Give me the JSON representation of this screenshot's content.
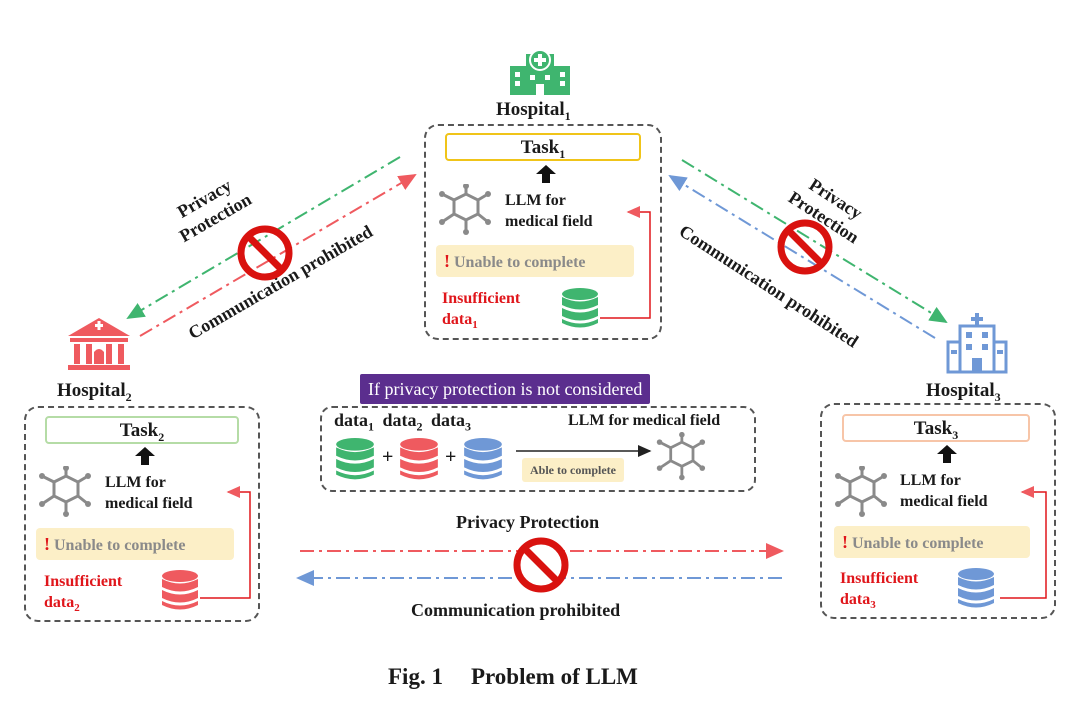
{
  "hospitals": {
    "h1": {
      "name": "Hospital",
      "sub": "1",
      "task": "Task",
      "task_sub": "1",
      "llm_line1": "LLM for",
      "llm_line2": "medical field",
      "unable": "Unable to complete",
      "insufficient": "Insufficient",
      "data": "data",
      "data_sub": "1",
      "color": "#3fb56f"
    },
    "h2": {
      "name": "Hospital",
      "sub": "2",
      "task": "Task",
      "task_sub": "2",
      "llm_line1": "LLM for",
      "llm_line2": "medical field",
      "unable": "Unable to complete",
      "insufficient": "Insufficient",
      "data": "data",
      "data_sub": "2",
      "color": "#ef5a5f"
    },
    "h3": {
      "name": "Hospital",
      "sub": "3",
      "task": "Task",
      "task_sub": "3",
      "llm_line1": "LLM for",
      "llm_line2": "medical field",
      "unable": "Unable to complete",
      "insufficient": "Insufficient",
      "data": "data",
      "data_sub": "3",
      "color": "#6f98d6"
    }
  },
  "links": {
    "left": {
      "privacy": "Privacy",
      "protection": "Protection",
      "prohibited": "Communication prohibited"
    },
    "right": {
      "privacy": "Privacy",
      "protection": "Protection",
      "prohibited": "Communication prohibited"
    },
    "bottom": {
      "privacy": "Privacy Protection",
      "prohibited": "Communication prohibited"
    }
  },
  "center": {
    "banner": "If privacy protection is not considered",
    "data_word": "data",
    "subs": [
      "1",
      "2",
      "3"
    ],
    "plus": "+",
    "llm": "LLM for medical field",
    "able": "Able to complete"
  },
  "caption": {
    "fig": "Fig. 1",
    "title": "Problem of LLM"
  },
  "colors": {
    "green": "#3fb56f",
    "red": "#ef5a5f",
    "blue": "#6f98d6",
    "gold": "#f0c419",
    "purple": "#5b2e8e",
    "alert": "#e0161b"
  },
  "icons": [
    "hospital-icon",
    "molecule-icon",
    "database-icon",
    "no-entry-icon",
    "arrow-up-icon",
    "exclamation-icon"
  ]
}
